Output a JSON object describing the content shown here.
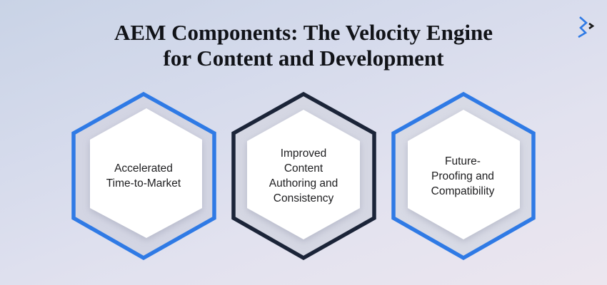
{
  "header": {
    "title_line1": "AEM Components: The Velocity Engine",
    "title_line2": "for Content and Development",
    "logo_icon": "brand-chevron-logo-icon"
  },
  "colors": {
    "blue_border": "#2f7ae5",
    "dark_border": "#1b2438",
    "title_text": "#111318",
    "card_text": "#1d1d1f",
    "logo_blue": "#2f7ae5",
    "logo_dark": "#1a1a1a"
  },
  "hexagons": [
    {
      "lines": [
        "Accelerated",
        "Time-to-Market"
      ],
      "border": "blue"
    },
    {
      "lines": [
        "Improved",
        "Content",
        "Authoring and",
        "Consistency"
      ],
      "border": "dark"
    },
    {
      "lines": [
        "Future-",
        "Proofing and",
        "Compatibility"
      ],
      "border": "blue"
    }
  ]
}
